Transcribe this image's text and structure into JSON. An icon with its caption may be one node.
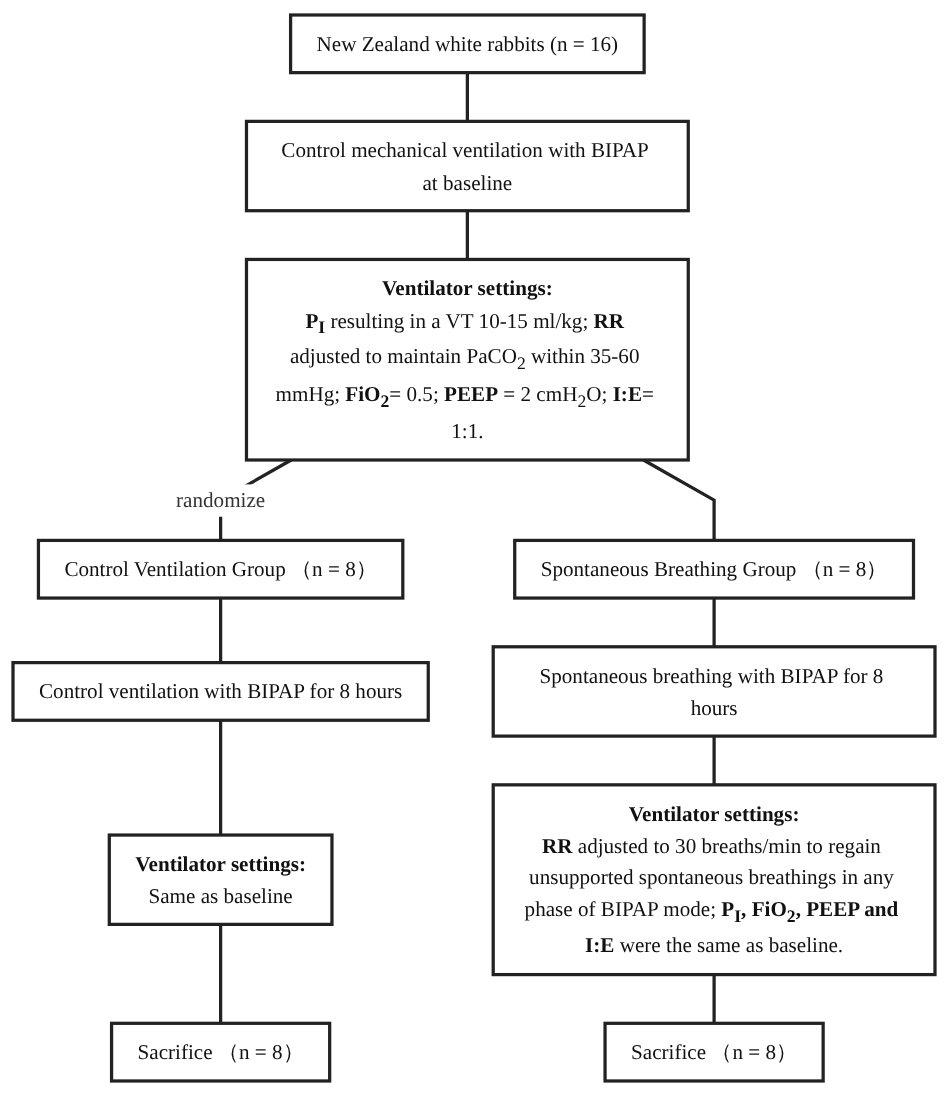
{
  "diagram": {
    "nodes": [
      {
        "text": [
          "New Zealand white rabbits (n = 16)"
        ]
      },
      {
        "text": [
          "Control mechanical ventilation with BIPAP at baseline"
        ]
      },
      {
        "text": [
          "Ventilator settings:",
          "**P$_{I}$** resulting in a VT 10-15 ml/kg; **RR** adjusted to maintain PaCO$_{2}$ within 35-60 mmHg; **FiO$_{2}$**= 0.5; **PEEP** = 2 cmH$_{2}$O; **I:E**= 1:1."
        ]
      },
      {
        "text": [
          "Control Ventilation Group （n = 8）"
        ]
      },
      {
        "text": [
          "Spontaneous Breathing Group （n = 8）"
        ]
      },
      {
        "text": [
          "Control ventilation with BIPAP for 8 hours"
        ]
      },
      {
        "text": [
          "Spontaneous breathing with BIPAP for 8 hours"
        ]
      },
      {
        "text": [
          "Ventilator settings:",
          "Same as baseline"
        ]
      },
      {
        "text": [
          "Ventilator settings:",
          "**RR** adjusted to 30 breaths/min to regain unsupported spontaneous breathings in any phase of BIPAP mode; **P$_{I}$, FiO$_{2}$, PEEP and I:E** were the same as baseline."
        ]
      },
      {
        "text": [
          "Sacrifice （n = 8）"
        ]
      },
      {
        "text": [
          "Sacrifice （n = 8）"
        ]
      }
    ],
    "edges": [
      {
        "from": 0,
        "to": 1,
        "arrow": "none"
      },
      {
        "from": 1,
        "to": 2,
        "arrow": "none"
      },
      {
        "from": 2,
        "to": 3,
        "arrow": "none",
        "label": "randomize"
      },
      {
        "from": 2,
        "to": 4,
        "arrow": "none"
      },
      {
        "from": 3,
        "to": 5,
        "arrow": "none"
      },
      {
        "from": 4,
        "to": 6,
        "arrow": "none"
      },
      {
        "from": 5,
        "to": 7,
        "arrow": "none"
      },
      {
        "from": 6,
        "to": 8,
        "arrow": "none"
      },
      {
        "from": 7,
        "to": 9,
        "arrow": "none"
      },
      {
        "from": 8,
        "to": 10,
        "arrow": "none"
      }
    ]
  }
}
